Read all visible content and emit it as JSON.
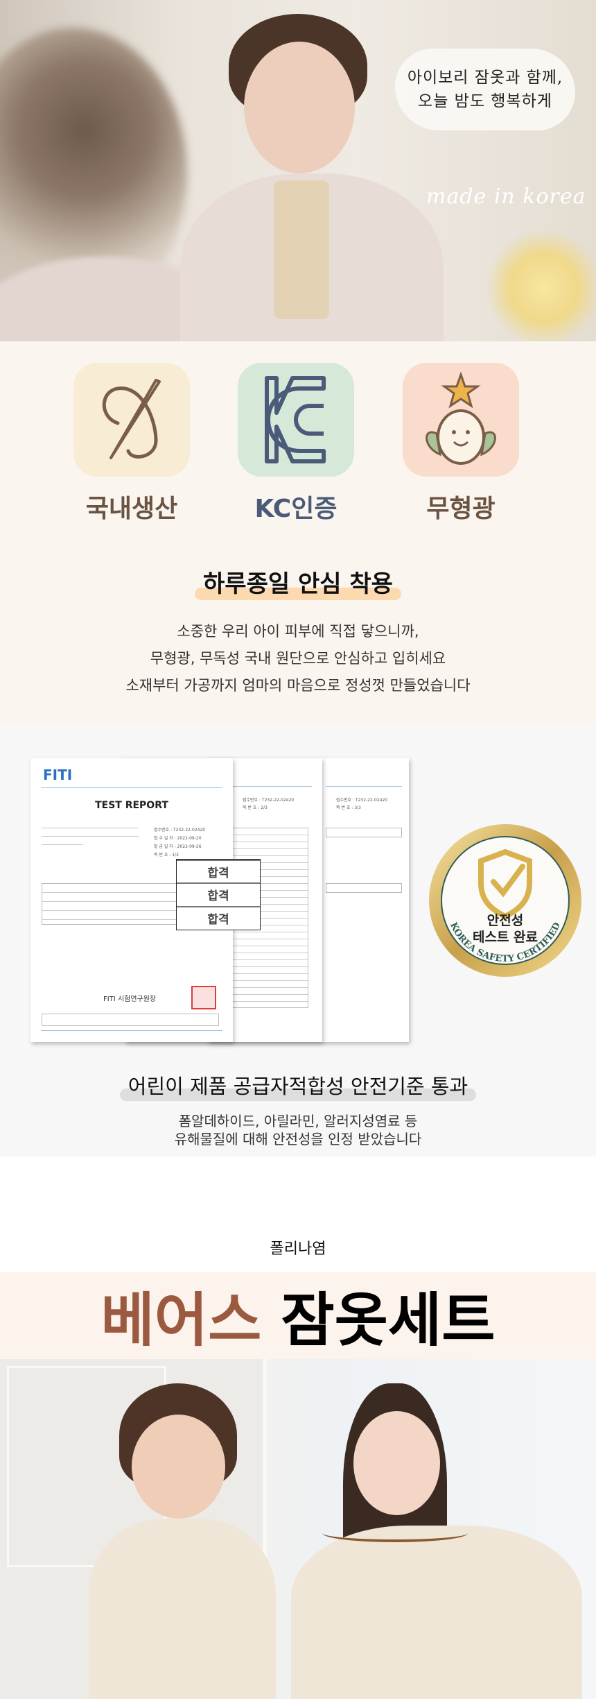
{
  "hero": {
    "bubble_lines": [
      "아이보리 잠옷과 함께,",
      "오늘 밤도 행복하게"
    ],
    "made_in": "made in korea"
  },
  "features": {
    "items": [
      {
        "label": "국내생산",
        "icon": "needle-thread-icon",
        "bg": "#f9ecd4",
        "color": "#6b5342"
      },
      {
        "label": "KC인증",
        "icon": "kc-mark-icon",
        "bg": "#d6e9d9",
        "color": "#4a5a78"
      },
      {
        "label": "무형광",
        "icon": "smiling-sprout-icon",
        "bg": "#f9dccb",
        "color": "#6b5342"
      }
    ],
    "heading": "하루종일 안심 착용",
    "heading_highlight": "#fdd9b0",
    "body": [
      "소중한 우리 아이 피부에 직접 닿으니까,",
      "무형광, 무독성 국내 원단으로 안심하고 입히세요",
      "소재부터 가공까지 엄마의 마음으로 정성껏 만들었습니다"
    ]
  },
  "certificate": {
    "logo": "FITI",
    "report_title": "TEST REPORT",
    "receipt_no": "접수번호 : T232-22-02420",
    "page_labels": [
      "쪽 번 호 : 1/3",
      "쪽 번 호 : 2/3",
      "쪽 번 호 : 3/3"
    ],
    "receipt_date": "접 수 일 자 : 2022-09-20",
    "issue_date": "발 급 일 자 : 2022-09-26",
    "results": [
      "합격",
      "합격",
      "합격"
    ],
    "signer": "FITI 시험연구원장",
    "badge_top": "안전성",
    "badge_bottom": "테스트 완료",
    "badge_ring": "KOREA SAFETY CERTIFIED",
    "heading": "어린이 제품 공급자적합성 안전기준 통과",
    "heading_highlight": "#dedede",
    "body": [
      "폼알데하이드, 아릴라민, 알러지성염료 등",
      "유해물질에 대해 안전성을 인정 받았습니다"
    ]
  },
  "product": {
    "brand": "폴리나염",
    "title_accent": "베어스",
    "title_rest": "잠옷세트",
    "accent_color": "#9b5a40"
  }
}
